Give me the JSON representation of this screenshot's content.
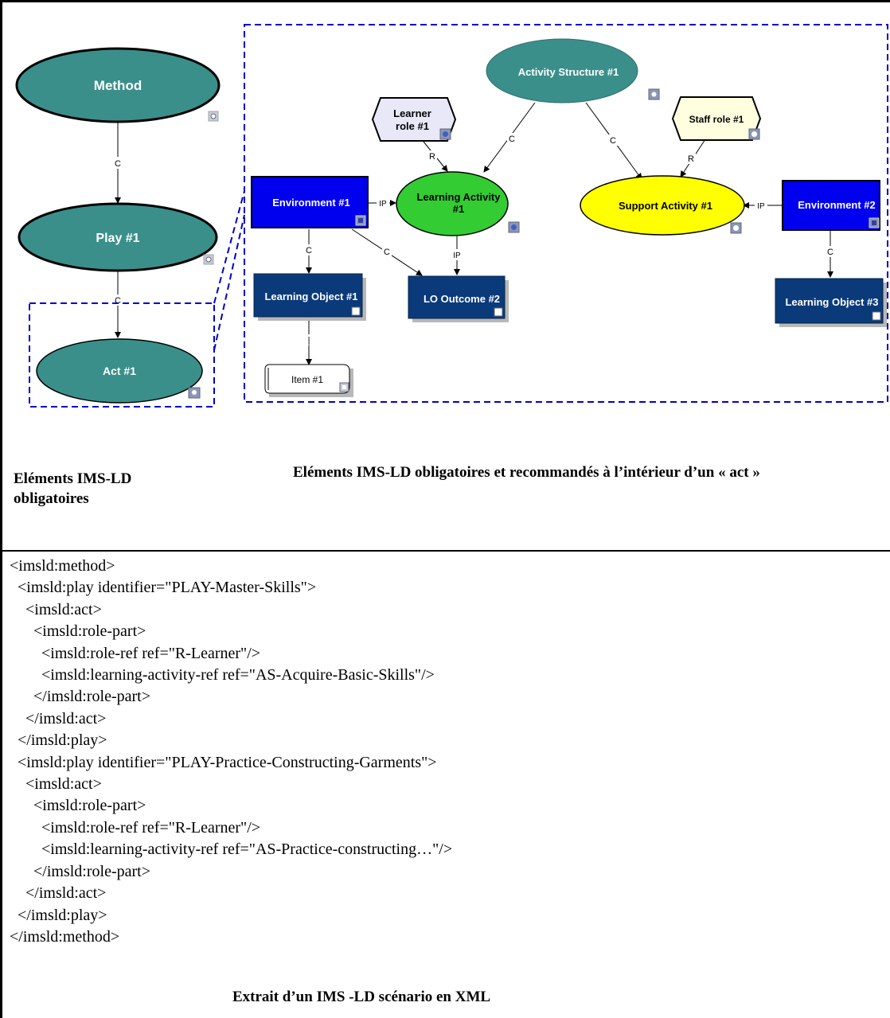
{
  "diagram": {
    "left": {
      "method": "Method",
      "play": "Play #1",
      "act": "Act #1",
      "edge_method_play": "C",
      "edge_play_act": "C"
    },
    "right": {
      "activity_structure": "Activity Structure #1",
      "learner_role_line1": "Learner",
      "learner_role_line2": "role #1",
      "staff_role": "Staff role #1",
      "environment_1": "Environment #1",
      "learning_activity_line1": "Learning Activity",
      "learning_activity_line2": "#1",
      "support_activity": "Support Activity #1",
      "environment_2": "Environment #2",
      "learning_object_1": "Learning Object #1",
      "lo_outcome_2": "LO Outcome #2",
      "learning_object_3": "Learning Object #3",
      "item_1": "Item #1",
      "edge_c": "C",
      "edge_r": "R",
      "edge_ip": "IP"
    }
  },
  "captions": {
    "left_line1": "Eléments IMS-LD",
    "left_line2": "obligatoires",
    "right": "Eléments IMS-LD obligatoires et recommandés à l’intérieur d’un « act »",
    "xml": "Extrait d’un IMS -LD scénario en XML"
  },
  "xml_lines": [
    "<imsld:method>",
    "  <imsld:play identifier=\"PLAY-Master-Skills\">",
    "    <imsld:act>",
    "      <imsld:role-part>",
    "        <imsld:role-ref ref=\"R-Learner\"/>",
    "        <imsld:learning-activity-ref ref=\"AS-Acquire-Basic-Skills\"/>",
    "      </imsld:role-part>",
    "    </imsld:act>",
    "  </imsld:play>",
    "  <imsld:play identifier=\"PLAY-Practice-Constructing-Garments\">",
    "    <imsld:act>",
    "      <imsld:role-part>",
    "        <imsld:role-ref ref=\"R-Learner\"/>",
    "        <imsld:learning-activity-ref ref=\"AS-Practice-constructing…\"/>",
    "      </imsld:role-part>",
    "    </imsld:act>",
    "  </imsld:play>",
    "</imsld:method>"
  ],
  "colors": {
    "teal": "#3a8f8a",
    "blue": "#0000ee",
    "navy": "#0a3a7a",
    "green": "#33cc33",
    "yellow": "#ffff00",
    "lavender": "#e8e8f8",
    "cream": "#ffffe0",
    "dash": "#0000cc"
  }
}
